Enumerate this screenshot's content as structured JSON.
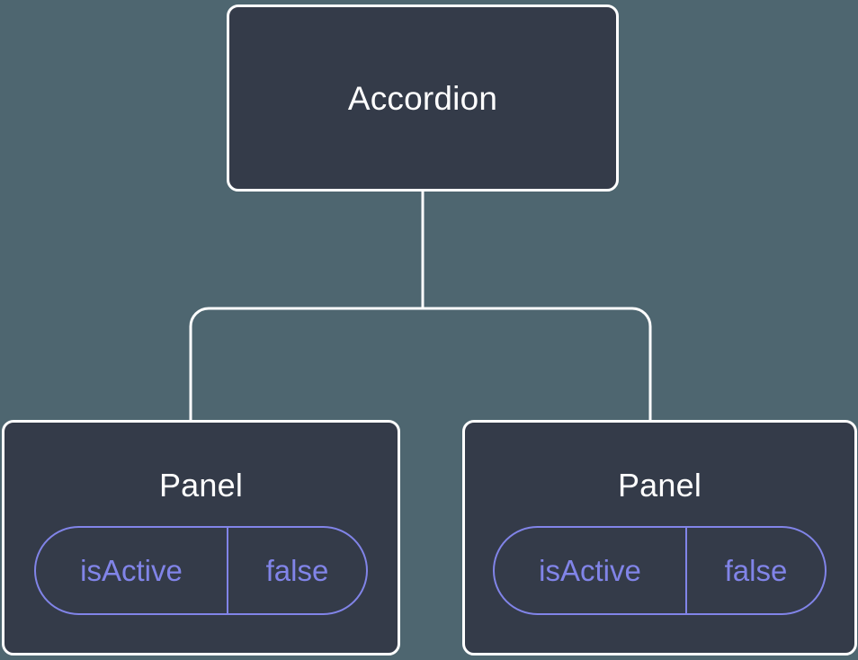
{
  "canvas": {
    "background_color": "#4e6670",
    "node_fill_color": "#343b49",
    "node_border_color": "#ffffff",
    "edge_color": "#ffffff",
    "prop_accent_color": "#8184e8",
    "title_text_color": "#ffffff"
  },
  "tree": {
    "root": {
      "label": "Accordion"
    },
    "children": [
      {
        "label": "Panel",
        "props": [
          {
            "name": "isActive",
            "value": "false"
          }
        ]
      },
      {
        "label": "Panel",
        "props": [
          {
            "name": "isActive",
            "value": "false"
          }
        ]
      }
    ]
  }
}
